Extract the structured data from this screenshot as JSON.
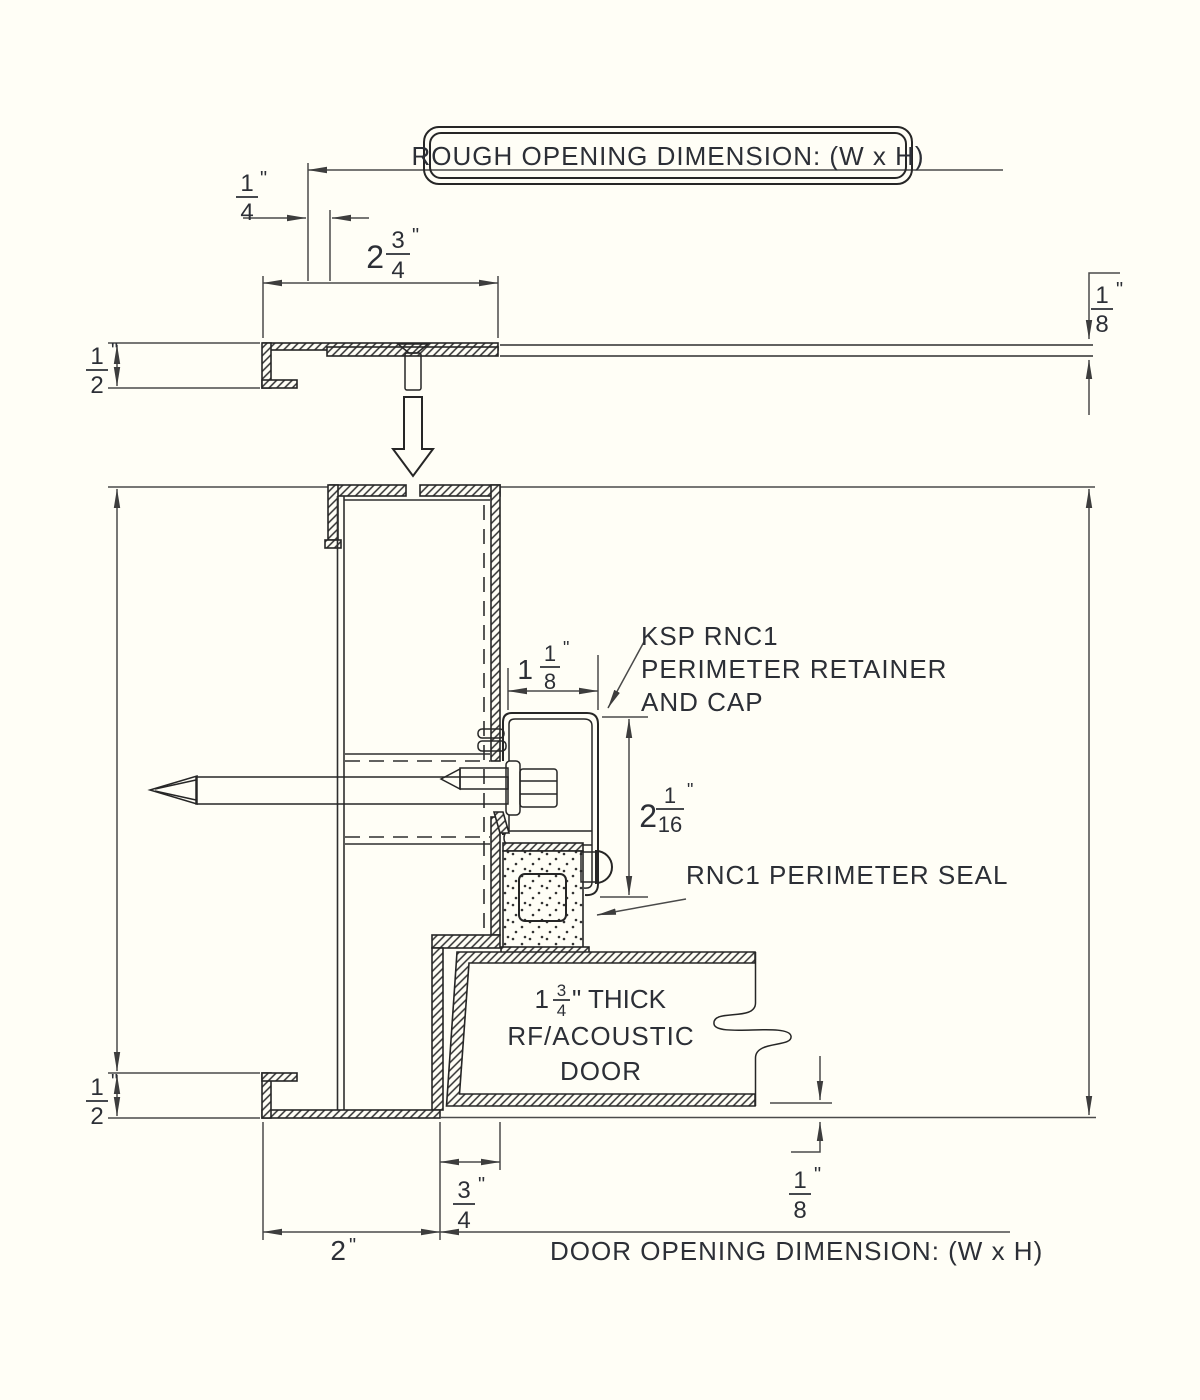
{
  "page": {
    "background": "#fffef6",
    "outline_color": "#262626",
    "dimension_color": "#4a4a4a",
    "text_color": "#2c2f36"
  },
  "header": {
    "rough_opening_label": "ROUGH OPENING DIMENSION: (W x H)"
  },
  "footer": {
    "door_opening_label": "DOOR OPENING DIMENSION: (W x H)"
  },
  "callouts": {
    "retainer": {
      "line1": "KSP RNC1",
      "line2": "PERIMETER RETAINER",
      "line3": "AND CAP"
    },
    "seal": {
      "label": "RNC1 PERIMETER SEAL"
    },
    "door": {
      "thick_whole": "1",
      "thick_num": "3",
      "thick_den": "4",
      "thick_suffix": "\" THICK",
      "line2": "RF/ACOUSTIC",
      "line3": "DOOR"
    }
  },
  "dimensions": {
    "panel_offset": {
      "num": "1",
      "den": "4",
      "unit": "\""
    },
    "cap_width": {
      "whole": "2",
      "num": "3",
      "den": "4",
      "unit": "\""
    },
    "panel_thickness": {
      "num": "1",
      "den": "8",
      "unit": "\""
    },
    "cap_return_top": {
      "num": "1",
      "den": "2",
      "unit": "\""
    },
    "retainer_width": {
      "whole": "1",
      "num": "1",
      "den": "8",
      "unit": "\""
    },
    "retainer_height": {
      "whole": "2",
      "num": "1",
      "den": "16",
      "unit": "\""
    },
    "stop_offset": {
      "num": "3",
      "den": "4",
      "unit": "\""
    },
    "door_undercut": {
      "num": "1",
      "den": "8",
      "unit": "\""
    },
    "frame_face": {
      "whole": "2",
      "unit": "\""
    },
    "frame_return_bottom": {
      "num": "1",
      "den": "2",
      "unit": "\""
    }
  }
}
